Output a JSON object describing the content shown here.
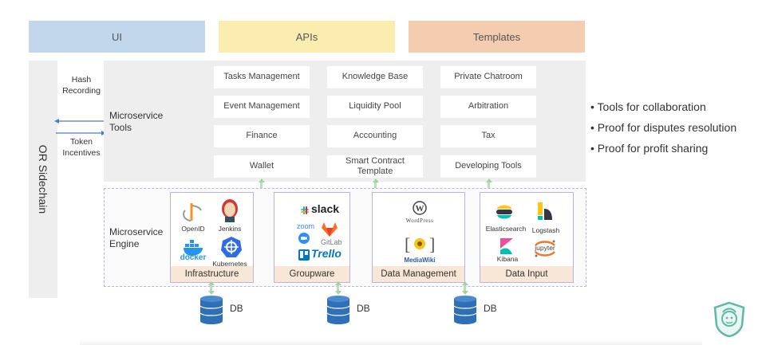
{
  "top_tabs": {
    "ui": "UI",
    "apis": "APIs",
    "templates": "Templates"
  },
  "sidechain": {
    "label": "OR Sidechain",
    "hash_recording": "Hash\nRecording",
    "token_incentives": "Token\nIncentives"
  },
  "microservice_tools": {
    "label": "Microservice\nTools",
    "col1": [
      "Tasks Management",
      "Event Management",
      "Finance",
      "Wallet"
    ],
    "col2": [
      "Knowledge Base",
      "Liquidity Pool",
      "Accounting",
      "Smart Contract\nTemplate"
    ],
    "col3": [
      "Private Chatroom",
      "Arbitration",
      "Tax",
      "Developing Tools"
    ]
  },
  "microservice_engine": {
    "label": "Microservice\nEngine",
    "groups": [
      {
        "title": "Infrastructure",
        "logos": [
          "OpenID",
          "Jenkins",
          "docker",
          "Kubernetes"
        ]
      },
      {
        "title": "Groupware",
        "logos": [
          "slack",
          "zoom",
          "GitLab",
          "Trello"
        ]
      },
      {
        "title": "Data Management",
        "logos": [
          "WordPress",
          "MediaWiki"
        ]
      },
      {
        "title": "Data Input",
        "logos": [
          "Elasticsearch",
          "Logstash",
          "Kibana",
          "jupyter"
        ]
      }
    ]
  },
  "db_labels": [
    "DB",
    "DB",
    "DB"
  ],
  "bullets": [
    "• Tools for collaboration",
    "• Proof for disputes resolution",
    "• Proof for profit sharing"
  ],
  "colors": {
    "ui_tab": "#c2d6ec",
    "apis_tab": "#fbedb0",
    "templates_tab": "#f4cdb0",
    "panel_gray": "#eeeeee",
    "engine_border": "#b9b3dd",
    "engine_title_bg": "#f8e6d6",
    "db_blue": "#2f6fb5",
    "arrow_green": "#a3d3a0",
    "arrow_blue": "#4a7cc7"
  }
}
